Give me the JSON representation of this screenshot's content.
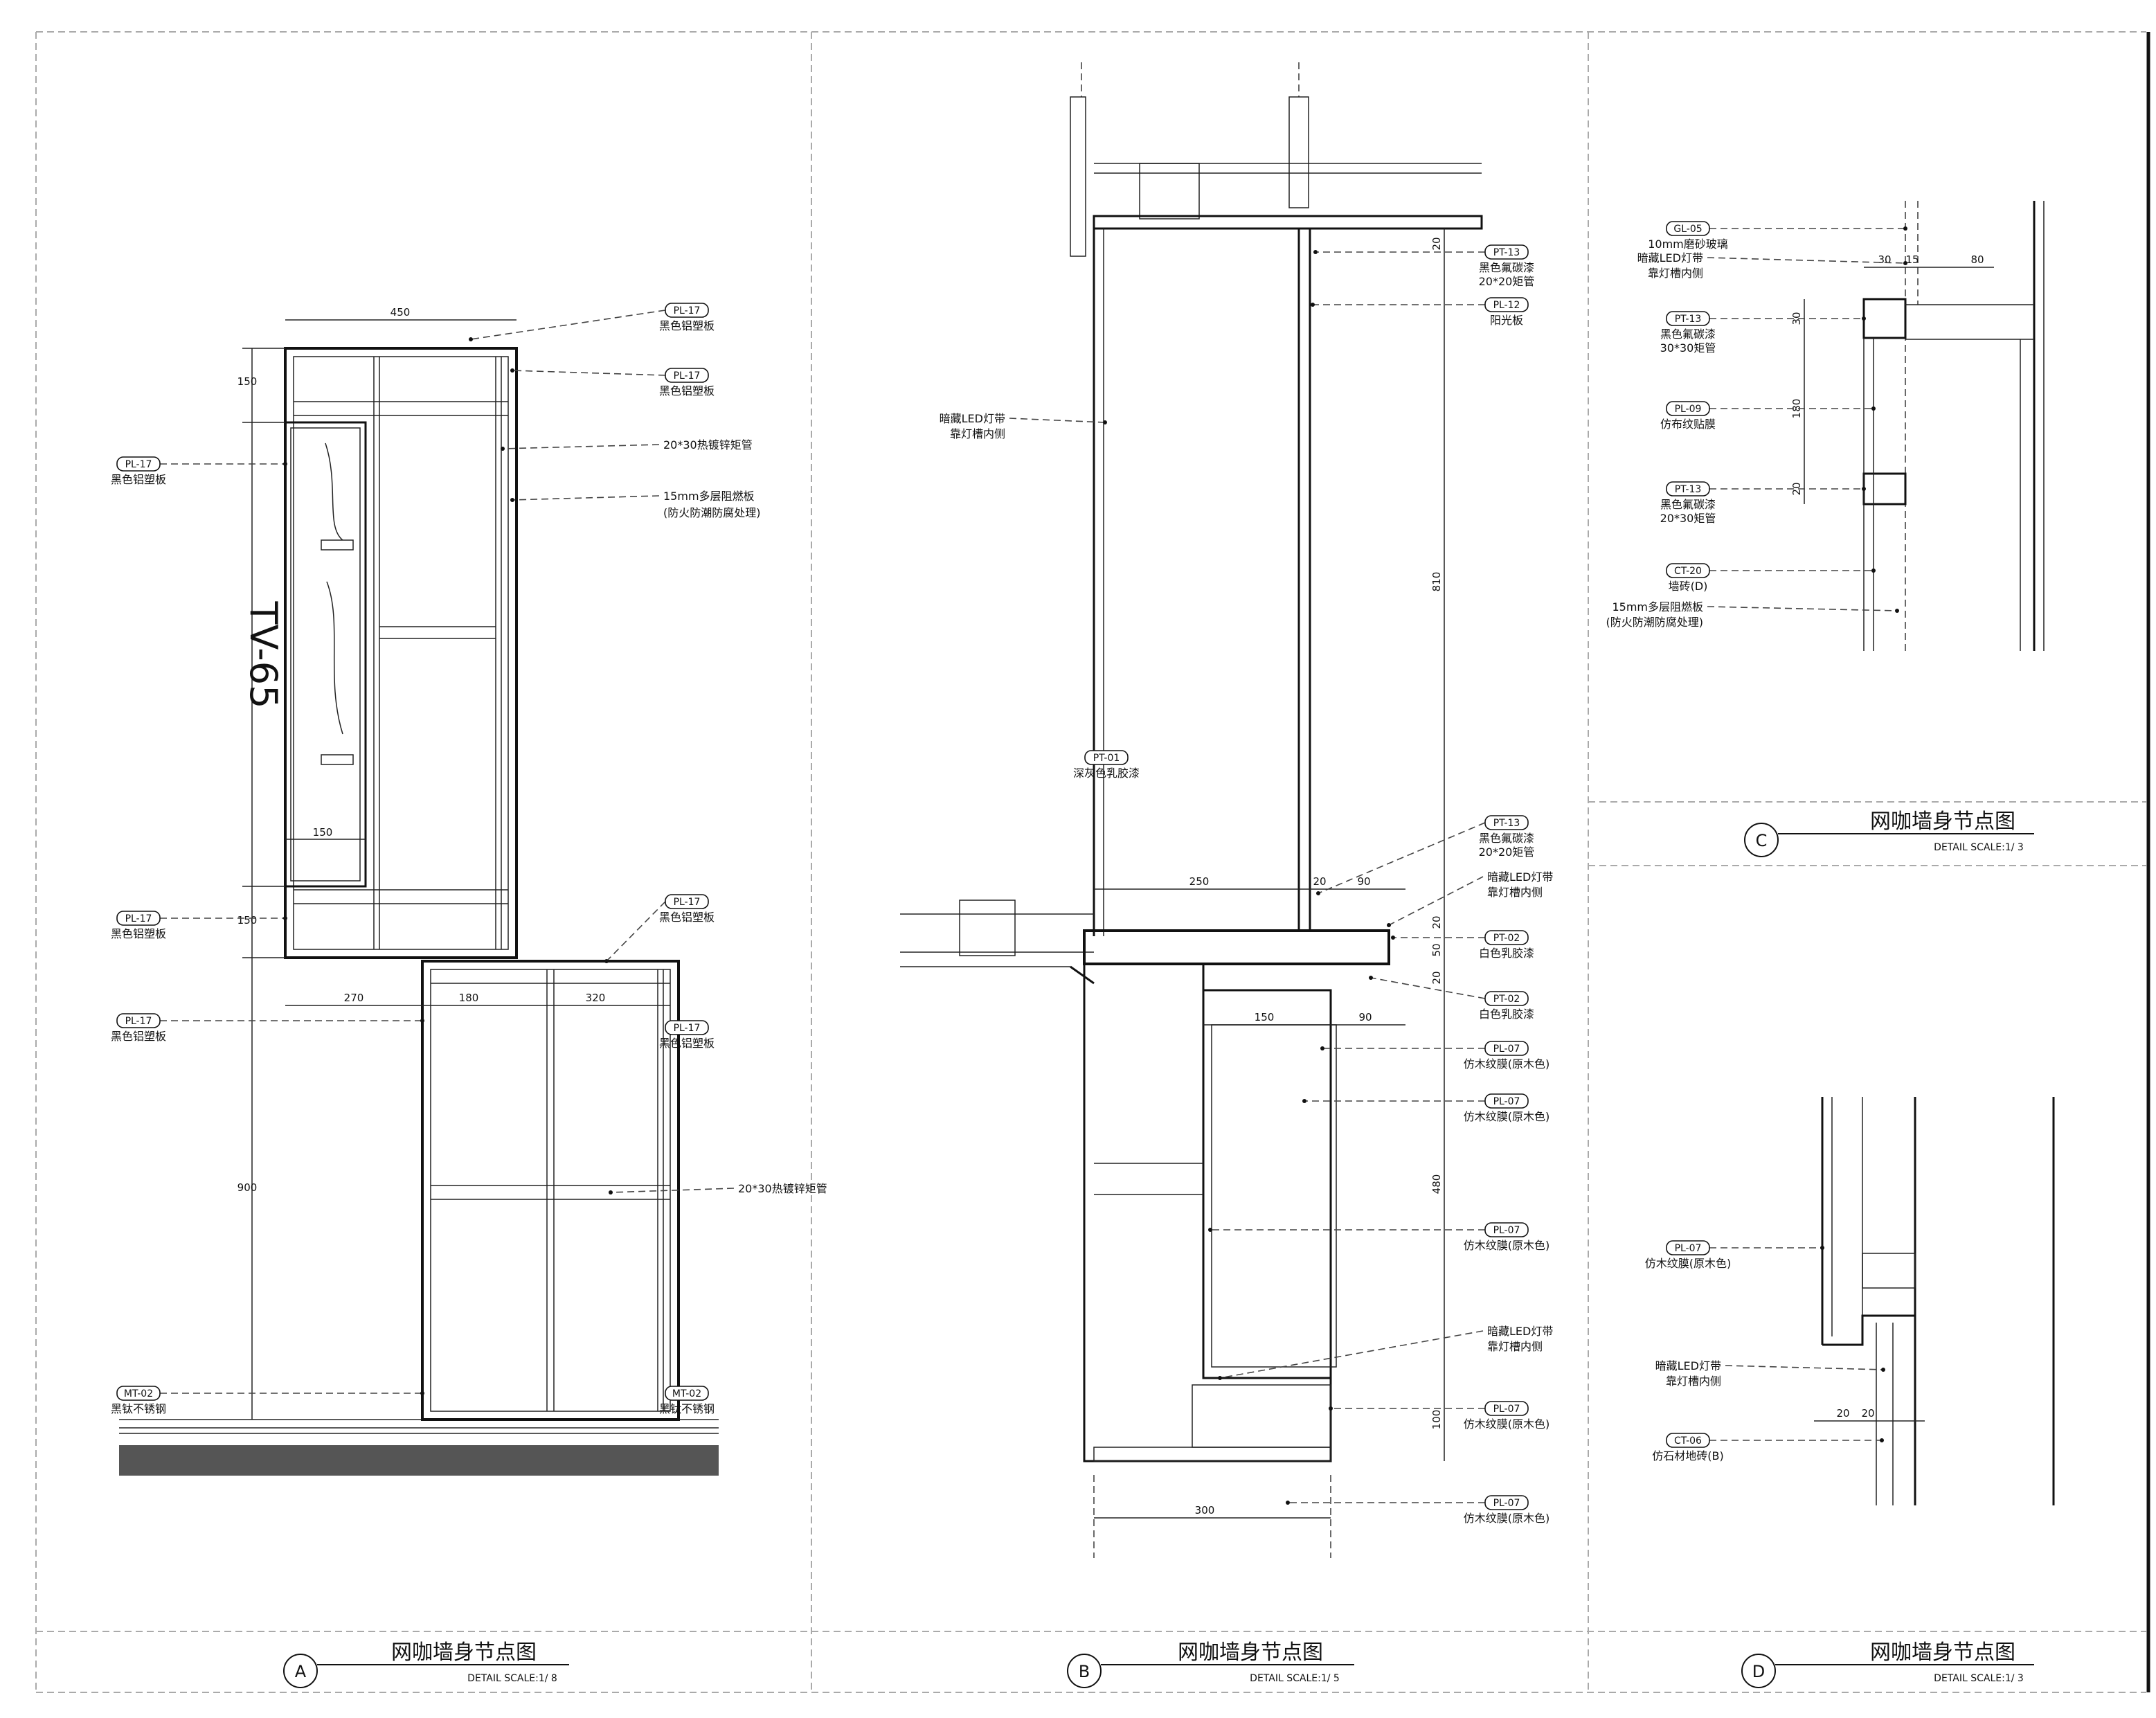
{
  "panels": {
    "A": {
      "letter": "A",
      "title": "网咖墙身节点图",
      "scale": "DETAIL    SCALE:1/ 8",
      "tv_label": "TV-65",
      "dims": [
        "450",
        "150",
        "150",
        "150",
        "270",
        "180",
        "320",
        "900"
      ],
      "callouts": [
        {
          "code": "PL-17",
          "desc": "黑色铝塑板"
        },
        {
          "code": "PL-17",
          "desc": "黑色铝塑板"
        },
        {
          "code": "PL-17",
          "desc": "黑色铝塑板"
        },
        {
          "code": "PL-17",
          "desc": "黑色铝塑板"
        },
        {
          "code": "PL-17",
          "desc": "黑色铝塑板"
        },
        {
          "code": "PL-17",
          "desc": "黑色铝塑板"
        },
        {
          "code": "PL-17",
          "desc": "黑色铝塑板"
        },
        {
          "code": "MT-02",
          "desc": "黑钛不锈钢"
        },
        {
          "code": "MT-02",
          "desc": "黑钛不锈钢"
        }
      ],
      "notes": [
        "20*30热镀锌矩管",
        "15mm多层阻燃板",
        "(防火防潮防腐处理)",
        "20*30热镀锌矩管"
      ]
    },
    "B": {
      "letter": "B",
      "title": "网咖墙身节点图",
      "scale": "DETAIL    SCALE:1/ 5",
      "dims": [
        "20",
        "810",
        "250",
        "20",
        "90",
        "20",
        "50",
        "20",
        "150",
        "90",
        "480",
        "100",
        "300"
      ],
      "callouts": [
        {
          "code": "PT-13",
          "desc": "黑色氟碳漆",
          "desc2": "20*20矩管"
        },
        {
          "code": "PL-12",
          "desc": "阳光板",
          "desc2": ""
        },
        {
          "code": "PT-01",
          "desc": "深灰色乳胶漆",
          "desc2": ""
        },
        {
          "code": "PT-13",
          "desc": "黑色氟碳漆",
          "desc2": "20*20矩管"
        },
        {
          "code": "PT-02",
          "desc": "白色乳胶漆",
          "desc2": ""
        },
        {
          "code": "PT-02",
          "desc": "白色乳胶漆",
          "desc2": ""
        },
        {
          "code": "PL-07",
          "desc": "仿木纹膜(原木色)",
          "desc2": ""
        },
        {
          "code": "PL-07",
          "desc": "仿木纹膜(原木色)",
          "desc2": ""
        },
        {
          "code": "PL-07",
          "desc": "仿木纹膜(原木色)",
          "desc2": ""
        },
        {
          "code": "PL-07",
          "desc": "仿木纹膜(原木色)",
          "desc2": ""
        },
        {
          "code": "PL-07",
          "desc": "仿木纹膜(原木色)",
          "desc2": ""
        }
      ],
      "notes": [
        {
          "l1": "暗藏LED灯带",
          "l2": "靠灯槽内侧"
        },
        {
          "l1": "暗藏LED灯带",
          "l2": "靠灯槽内侧"
        },
        {
          "l1": "暗藏LED灯带",
          "l2": "靠灯槽内侧"
        }
      ]
    },
    "C": {
      "letter": "C",
      "title": "网咖墙身节点图",
      "scale": "DETAIL    SCALE:1/ 3",
      "dims": [
        "30",
        "15",
        "80",
        "30",
        "180",
        "20"
      ],
      "callouts": [
        {
          "code": "GL-05",
          "desc": "10mm磨砂玻璃",
          "desc2": ""
        },
        {
          "code": "PT-13",
          "desc": "黑色氟碳漆",
          "desc2": "30*30矩管"
        },
        {
          "code": "PL-09",
          "desc": "仿布纹贴膜",
          "desc2": ""
        },
        {
          "code": "PT-13",
          "desc": "黑色氟碳漆",
          "desc2": "20*30矩管"
        },
        {
          "code": "CT-20",
          "desc": "墙砖(D)",
          "desc2": ""
        }
      ],
      "notes": [
        {
          "l1": "暗藏LED灯带",
          "l2": "靠灯槽内侧"
        },
        {
          "l1": "15mm多层阻燃板",
          "l2": "(防火防潮防腐处理)"
        }
      ]
    },
    "D": {
      "letter": "D",
      "title": "网咖墙身节点图",
      "scale": "DETAIL    SCALE:1/ 3",
      "dims": [
        "20",
        "20"
      ],
      "callouts": [
        {
          "code": "PL-07",
          "desc": "仿木纹膜(原木色)"
        },
        {
          "code": "CT-06",
          "desc": "仿石材地砖(B)"
        }
      ],
      "notes": [
        {
          "l1": "暗藏LED灯带",
          "l2": "靠灯槽内侧"
        }
      ]
    }
  }
}
